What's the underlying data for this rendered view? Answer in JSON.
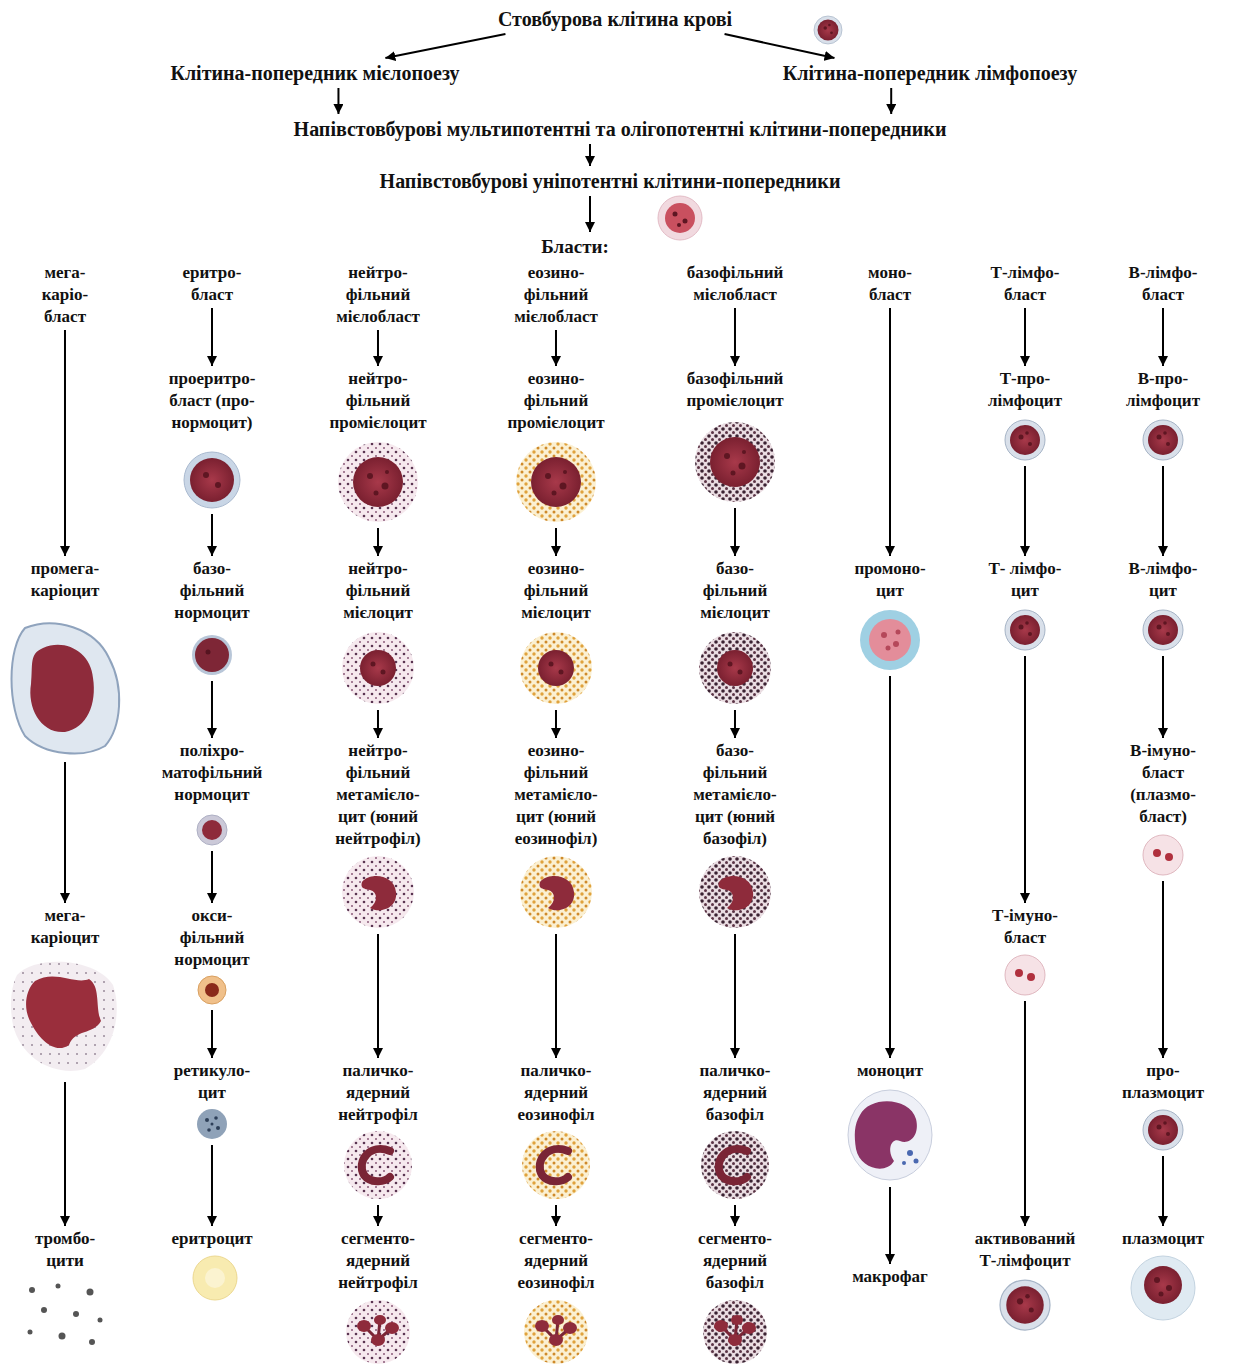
{
  "diagram": {
    "nodes": [
      {
        "text": [
          "Стовбурова клітина крові"
        ]
      },
      {
        "text": [
          "Клітина-попередник мієлопоезу"
        ]
      },
      {
        "text": [
          "Клітина-попередник лімфопоезу"
        ]
      },
      {
        "text": [
          "Напівстовбурові мультипотентні та олігопотентні клітини-попередники"
        ]
      },
      {
        "text": [
          "Напівстовбурові уніпотентні клітини-попередники"
        ]
      },
      {
        "text": [
          "Бласти:"
        ]
      },
      {
        "text": [
          "мега- каріо- бласт"
        ]
      },
      {
        "text": [
          "еритро- бласт"
        ]
      },
      {
        "text": [
          "нейтро- фільний мієлобласт"
        ]
      },
      {
        "text": [
          "еозино- фільний мієлобласт"
        ]
      },
      {
        "text": [
          "базофільний мієлобласт"
        ]
      },
      {
        "text": [
          "моно- бласт"
        ]
      },
      {
        "text": [
          "Т-лімфо- бласт"
        ]
      },
      {
        "text": [
          "В-лімфо- бласт"
        ]
      },
      {
        "text": [
          "проеритро- бласт (про- нормоцит)"
        ]
      },
      {
        "text": [
          "нейтро- фільний промієлоцит"
        ]
      },
      {
        "text": [
          "еозино- фільний промієлоцит"
        ]
      },
      {
        "text": [
          "базофільний промієлоцит"
        ]
      },
      {
        "text": [
          "Т-про- лімфоцит"
        ]
      },
      {
        "text": [
          "В-про- лімфоцит"
        ]
      },
      {
        "text": [
          "промега- каріоцит"
        ]
      },
      {
        "text": [
          "базо- фільний нормоцит"
        ]
      },
      {
        "text": [
          "нейтро- фільний мієлоцит"
        ]
      },
      {
        "text": [
          "еозино- фільний мієлоцит"
        ]
      },
      {
        "text": [
          "базо- фільний мієлоцит"
        ]
      },
      {
        "text": [
          "промоно- цит"
        ]
      },
      {
        "text": [
          "Т- лімфо- цит"
        ]
      },
      {
        "text": [
          "В-лімфо- цит"
        ]
      },
      {
        "text": [
          "поліхро- матофільний нормоцит"
        ]
      },
      {
        "text": [
          "нейтро- фільний метамієло- цит (юний нейтрофіл)"
        ]
      },
      {
        "text": [
          "еозино- фільний метамієло- цит (юний еозинофіл)"
        ]
      },
      {
        "text": [
          "базо- фільний метамієло- цит (юний базофіл)"
        ]
      },
      {
        "text": [
          "В-імуно- бласт (плазмо- бласт)"
        ]
      },
      {
        "text": [
          "мега- каріоцит"
        ]
      },
      {
        "text": [
          "окси- фільний нормоцит"
        ]
      },
      {
        "text": [
          "Т-імуно- бласт"
        ]
      },
      {
        "text": [
          "ретикуло- цит"
        ]
      },
      {
        "text": [
          "паличко- ядерний нейтрофіл"
        ]
      },
      {
        "text": [
          "паличко- ядерний еозинофіл"
        ]
      },
      {
        "text": [
          "паличко- ядерний базофіл"
        ]
      },
      {
        "text": [
          "моноцит"
        ]
      },
      {
        "text": [
          "про- плазмоцит"
        ]
      },
      {
        "text": [
          "тромбо- цити"
        ]
      },
      {
        "text": [
          "еритроцит"
        ]
      },
      {
        "text": [
          "сегменто- ядерний нейтрофіл"
        ]
      },
      {
        "text": [
          "сегменто- ядерний еозинофіл"
        ]
      },
      {
        "text": [
          "сегменто- ядерний базофіл"
        ]
      },
      {
        "text": [
          "макрофаг"
        ]
      },
      {
        "text": [
          "активований Т-лімфоцит"
        ]
      },
      {
        "text": [
          "плазмоцит"
        ]
      }
    ],
    "edges": [
      {
        "from": 0,
        "to": 1,
        "arrow": "to"
      },
      {
        "from": 0,
        "to": 2,
        "arrow": "to"
      },
      {
        "from": 1,
        "to": 3,
        "arrow": "to"
      },
      {
        "from": 2,
        "to": 3,
        "arrow": "to"
      },
      {
        "from": 3,
        "to": 4,
        "arrow": "to"
      },
      {
        "from": 4,
        "to": 5,
        "arrow": "to"
      },
      {
        "from": 6,
        "to": 20,
        "arrow": "to"
      },
      {
        "from": 20,
        "to": 33,
        "arrow": "to"
      },
      {
        "from": 33,
        "to": 42,
        "arrow": "to"
      },
      {
        "from": 7,
        "to": 14,
        "arrow": "to"
      },
      {
        "from": 14,
        "to": 21,
        "arrow": "to"
      },
      {
        "from": 21,
        "to": 28,
        "arrow": "to"
      },
      {
        "from": 28,
        "to": 34,
        "arrow": "to"
      },
      {
        "from": 34,
        "to": 36,
        "arrow": "to"
      },
      {
        "from": 36,
        "to": 43,
        "arrow": "to"
      },
      {
        "from": 8,
        "to": 15,
        "arrow": "to"
      },
      {
        "from": 15,
        "to": 22,
        "arrow": "to"
      },
      {
        "from": 22,
        "to": 29,
        "arrow": "to"
      },
      {
        "from": 29,
        "to": 37,
        "arrow": "to"
      },
      {
        "from": 37,
        "to": 44,
        "arrow": "to"
      },
      {
        "from": 9,
        "to": 16,
        "arrow": "to"
      },
      {
        "from": 16,
        "to": 23,
        "arrow": "to"
      },
      {
        "from": 23,
        "to": 30,
        "arrow": "to"
      },
      {
        "from": 30,
        "to": 38,
        "arrow": "to"
      },
      {
        "from": 38,
        "to": 45,
        "arrow": "to"
      },
      {
        "from": 10,
        "to": 17,
        "arrow": "to"
      },
      {
        "from": 17,
        "to": 24,
        "arrow": "to"
      },
      {
        "from": 24,
        "to": 31,
        "arrow": "to"
      },
      {
        "from": 31,
        "to": 39,
        "arrow": "to"
      },
      {
        "from": 39,
        "to": 46,
        "arrow": "to"
      },
      {
        "from": 11,
        "to": 25,
        "arrow": "to"
      },
      {
        "from": 25,
        "to": 40,
        "arrow": "to"
      },
      {
        "from": 40,
        "to": 47,
        "arrow": "to"
      },
      {
        "from": 12,
        "to": 18,
        "arrow": "to"
      },
      {
        "from": 18,
        "to": 26,
        "arrow": "to"
      },
      {
        "from": 26,
        "to": 35,
        "arrow": "to"
      },
      {
        "from": 35,
        "to": 48,
        "arrow": "to"
      },
      {
        "from": 13,
        "to": 19,
        "arrow": "to"
      },
      {
        "from": 19,
        "to": 27,
        "arrow": "to"
      },
      {
        "from": 27,
        "to": 32,
        "arrow": "to"
      },
      {
        "from": 32,
        "to": 41,
        "arrow": "to"
      },
      {
        "from": 41,
        "to": 49,
        "arrow": "to"
      }
    ]
  }
}
